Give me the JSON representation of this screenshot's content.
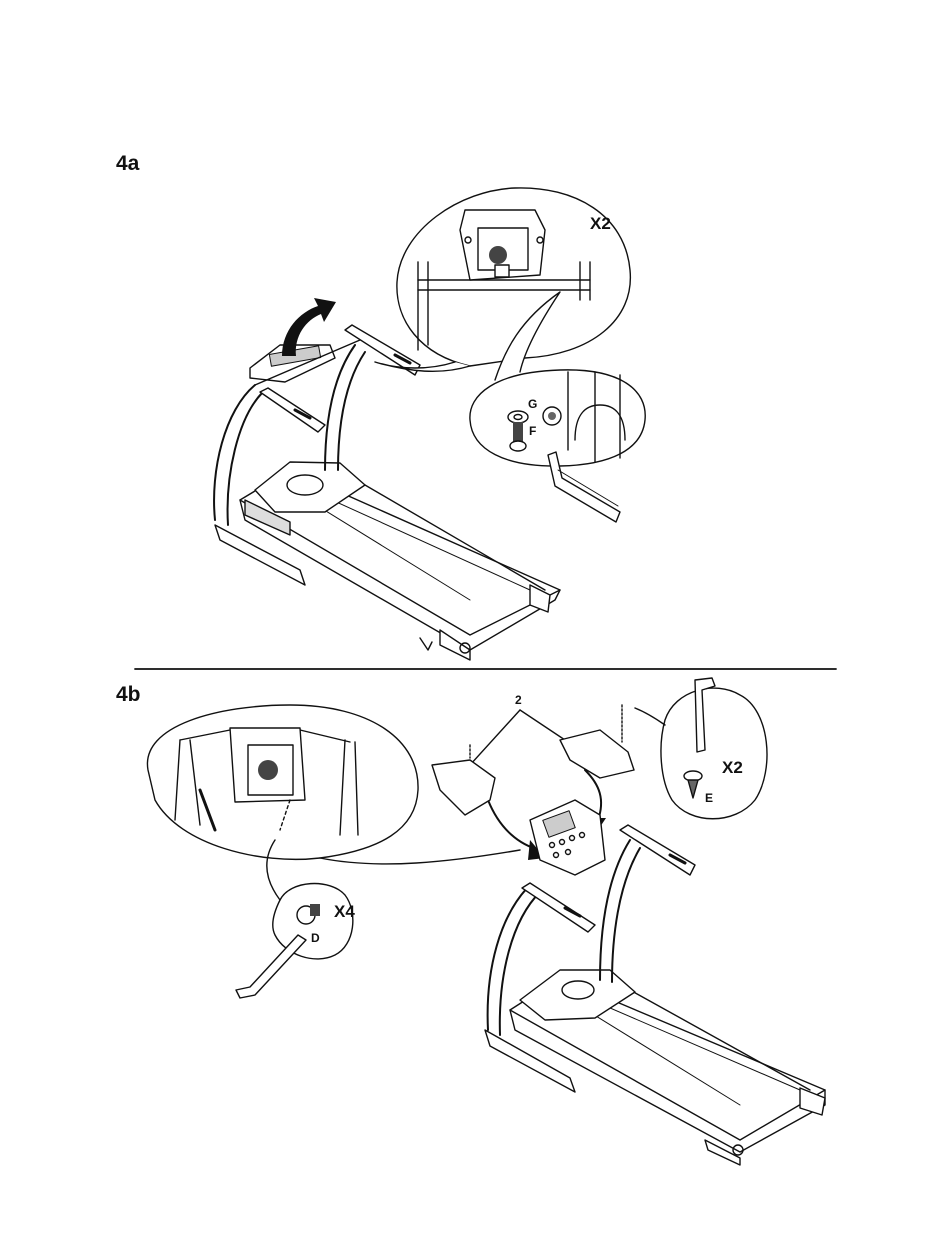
{
  "steps": {
    "a": {
      "label": "4a",
      "quantity": "X2",
      "part_letters": [
        "G",
        "F"
      ]
    },
    "b": {
      "label": "4b",
      "part_count": "2",
      "upper_quantity": "X2",
      "upper_part": "E",
      "lower_quantity": "X4",
      "lower_part": "D"
    }
  },
  "colors": {
    "ink": "#111111",
    "paper": "#ffffff",
    "shade": "#666666"
  },
  "icons": [
    "hex-key-icon",
    "screw-icon",
    "bolt-icon",
    "washer-icon",
    "rotation-arrow-icon"
  ]
}
